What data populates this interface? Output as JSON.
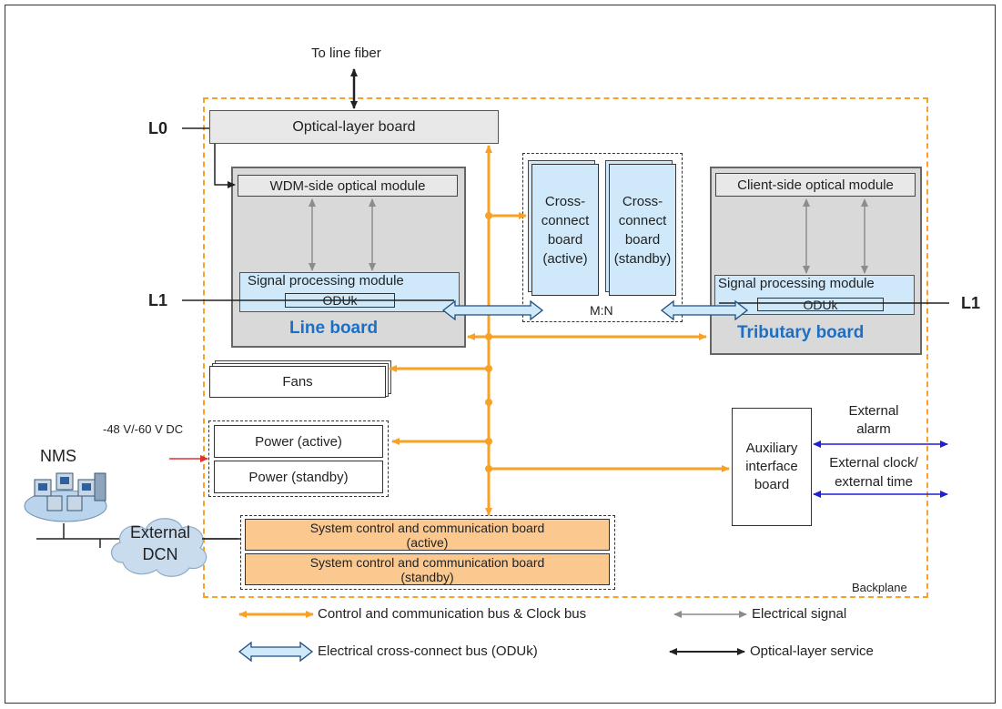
{
  "top": {
    "to_line_fiber": "To line fiber"
  },
  "levels": {
    "l0": "L0",
    "l1_left": "L1",
    "l1_right": "L1"
  },
  "optical_layer_board": "Optical-layer board",
  "line_board": {
    "title": "Line board",
    "wdm_module": "WDM-side optical module",
    "signal_module": "Signal processing module",
    "oduk": "ODUk"
  },
  "tributary_board": {
    "title": "Tributary board",
    "client_module": "Client-side optical module",
    "signal_module": "Signal processing module",
    "oduk": "ODUk"
  },
  "cross_connect": {
    "active": [
      "Cross-",
      "connect",
      "board",
      "(active)"
    ],
    "standby": [
      "Cross-",
      "connect",
      "board",
      "(standby)"
    ],
    "ratio": "M:N"
  },
  "fans": "Fans",
  "power": {
    "voltage": "-48 V/-60 V DC",
    "active": "Power (active)",
    "standby": "Power (standby)"
  },
  "nms": "NMS",
  "external_dcn": [
    "External",
    "DCN"
  ],
  "system_control": {
    "active": [
      "System control and communication board",
      "(active)"
    ],
    "standby": [
      "System control and communication board",
      "(standby)"
    ]
  },
  "auxiliary": {
    "board": [
      "Auxiliary",
      "interface",
      "board"
    ],
    "alarm": [
      "External",
      "alarm"
    ],
    "clock": [
      "External clock/",
      "external time"
    ]
  },
  "backplane": "Backplane",
  "legend": {
    "control_bus": "Control and communication bus & Clock bus",
    "electrical_signal": "Electrical signal",
    "cross_connect_bus": "Electrical cross-connect bus (ODUk)",
    "optical_service": "Optical-layer service"
  },
  "colors": {
    "orange": "#f7a226",
    "light_blue": "#cfe9fb",
    "gray_board": "#d9d9d9",
    "sys_orange": "#fbc98f",
    "title_blue": "#1d6fc4",
    "blue_arrow": "#1f1fd6",
    "red_arrow": "#e23030"
  }
}
